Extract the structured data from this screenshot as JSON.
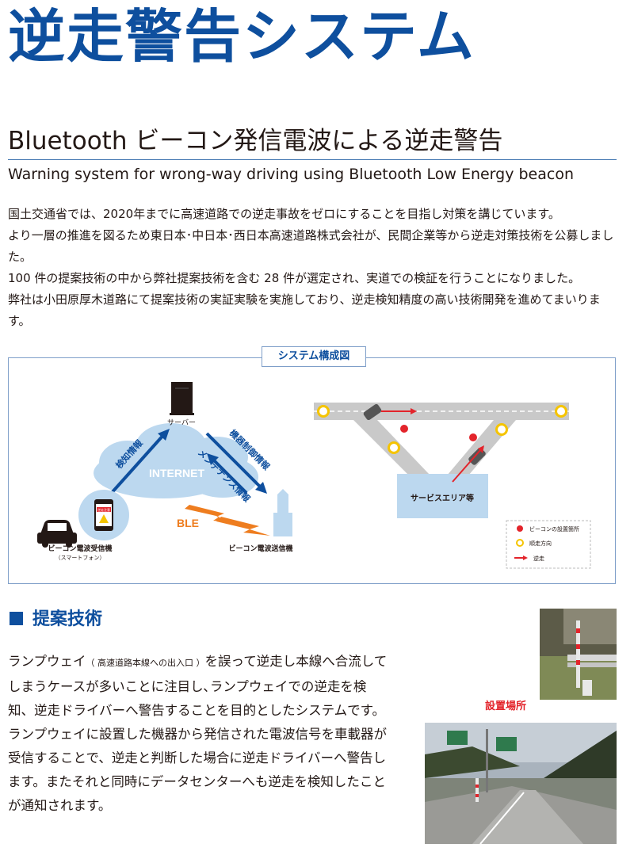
{
  "title": "逆走警告システム",
  "subtitle_ja": "Bluetooth ビーコン発信電波による逆走警告",
  "subtitle_en": "Warning system for wrong-way driving using Bluetooth Low Energy beacon",
  "intro": [
    "国土交通省では、2020年までに高速道路での逆走事故をゼロにすることを目指し対策を講じています。",
    "より一層の推進を図るため東日本･中日本･西日本高速道路株式会社が、民間企業等から逆走対策技術を公募しました。",
    "100 件の提案技術の中から弊社提案技術を含む 28 件が選定され、実道での検証を行うことになりました。",
    "弊社は小田原厚木道路にて提案技術の実証実験を実施しており、逆走検知精度の高い技術開発を進めてまいります。"
  ],
  "diagram": {
    "tab_label": "システム構成図",
    "server_label": "サーバー",
    "internet_label": "INTERNET",
    "detect_info": "検知情報",
    "control_info": "機器制御情報",
    "maintenance_info": "メンテナンス情報",
    "ble_label": "BLE",
    "receiver_label": "ビーコン電波受信機",
    "receiver_sub": "（スマートフォン）",
    "transmitter_label": "ビーコン電波送信機",
    "phone_screen_text": "逆走注意",
    "service_area_label": "サービスエリア等",
    "legend": {
      "beacon": "ビーコンの設置箇所",
      "forward": "順走方向",
      "reverse": "逆走"
    },
    "colors": {
      "blue": "#0e4f9e",
      "cloud": "#bcd8ef",
      "red": "#e3242b",
      "orange": "#ee7d1f",
      "road": "#c9c9c9",
      "sa": "#bcd8ef"
    }
  },
  "section": {
    "heading": "提案技術",
    "paragraph1_a": "ランプウェイ",
    "paragraph1_small": "（ 高速道路本線への出入口 ）",
    "paragraph1_b": "を誤って逆走し本線へ合流してしまうケースが多いことに注目し､ランプウェイでの逆走を検知、逆走ドライバーへ警告することを目的としたシステムです。",
    "paragraph2": "ランプウェイに設置した機器から発信された電波信号を車載器が受信することで、逆走と判断した場合に逆走ドライバーへ警告します。またそれと同時にデータセンターへも逆走を検知したことが通知されます。",
    "photo_caption": "設置場所"
  }
}
